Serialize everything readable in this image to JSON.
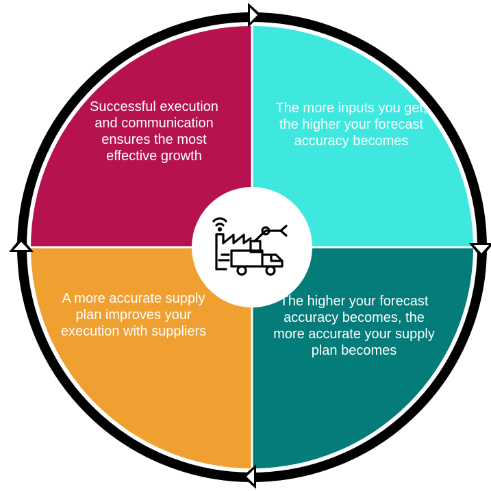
{
  "colors": {
    "top_left": "#b5124f",
    "top_right": "#3ee8df",
    "bottom_left": "#f0a030",
    "bottom_right": "#037c7a",
    "ring": "#000000",
    "hub": "#ffffff",
    "text": "#ffffff"
  },
  "quadrants": {
    "top_left": {
      "text": "Successful execution and communication ensures the most effective growth"
    },
    "top_right": {
      "text": "The more inputs you get, the higher your forecast accuracy becomes"
    },
    "bottom_right": {
      "text": "The higher your forecast accuracy becomes, the more accurate your supply plan becomes"
    },
    "bottom_left": {
      "text": "A more accurate supply plan improves your execution with suppliers"
    }
  },
  "hub": {
    "icon": "factory-truck-robot-arm-icon"
  },
  "ring_arrows": [
    "top-arrow-icon",
    "right-arrow-icon",
    "bottom-arrow-icon",
    "left-arrow-icon"
  ]
}
